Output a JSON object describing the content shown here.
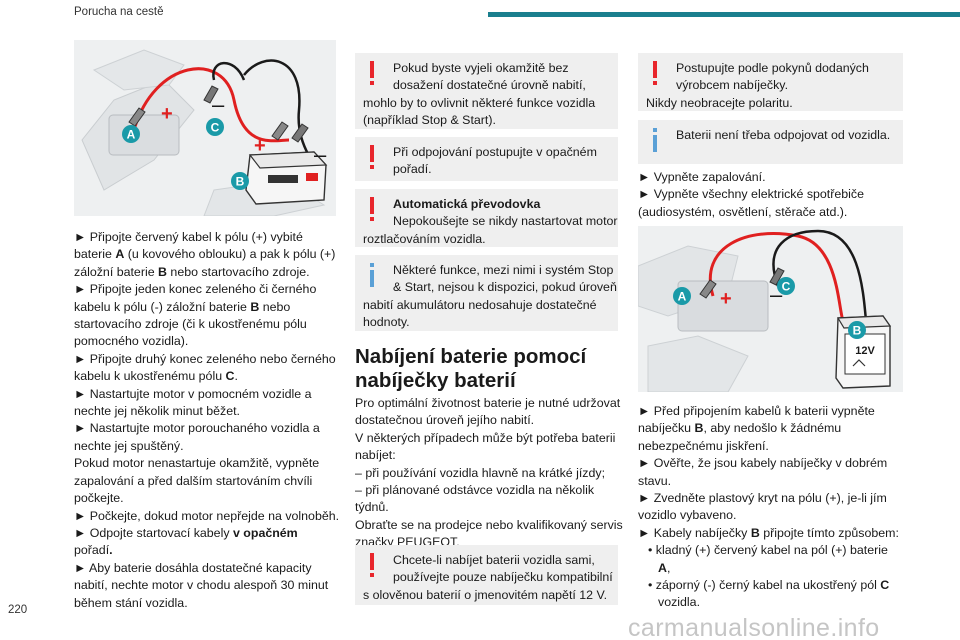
{
  "header": {
    "title": "Porucha na cestě"
  },
  "page_number": "220",
  "watermark": "carmanualsonline.info",
  "figure1": {
    "labels": {
      "a": "A",
      "b": "B",
      "c": "C"
    },
    "symbols": {
      "plus": "+",
      "minus": "–"
    }
  },
  "figure2": {
    "labels": {
      "a": "A",
      "b": "B",
      "c": "C"
    },
    "charger_text": "12V",
    "symbols": {
      "plus": "+",
      "minus": "–"
    }
  },
  "col1": {
    "lines": [
      "► Připojte červený kabel k pólu (+) vybité",
      "baterie|A| (u kovového oblouku) a pak k pólu (+)",
      "záložní baterie |B| nebo startovacího zdroje.",
      "► Připojte jeden konec zeleného či černého",
      "kabelu k pólu (-) záložní baterie |B| nebo",
      "startovacího zdroje (či k ukostřenému pólu",
      "pomocného vozidla).",
      "► Připojte druhý konec zeleného nebo černého",
      "kabelu k ukostřenému pólu |C|.",
      "► Nastartujte motor v pomocném vozidle a",
      "nechte jej několik minut běžet.",
      "► Nastartujte motor porouchaného vozidla a",
      "nechte jej spuštěný.",
      "Pokud motor nenastartuje okamžitě, vypněte",
      "zapalování a před dalším startováním chvíli",
      "počkejte.",
      "► Počkejte, dokud motor nepřejde na volnoběh.",
      "► Odpojte startovací kabely |v opačném",
      "pořadí|.",
      "► Aby baterie dosáhla dostatečné kapacity",
      "nabití, nechte motor v chodu alespoň 30 minut",
      "během stání vozidla."
    ]
  },
  "col2": {
    "box1": [
      "Pokud byste vyjeli okamžitě bez",
      "dosažení dostatečné úrovně nabití,",
      "mohlo by to ovlivnit některé funkce vozidla",
      "(například Stop & Start)."
    ],
    "box2": [
      "Při odpojování postupujte v opačném",
      "pořadí."
    ],
    "box3_title": "Automatická převodovka",
    "box3": [
      "Nepokoušejte se nikdy nastartovat motor",
      "roztlačováním vozidla."
    ],
    "box4": [
      "Některé funkce, mezi nimi i systém Stop",
      "& Start, nejsou k dispozici, pokud úroveň",
      "nabití akumulátoru nedosahuje dostatečné",
      "hodnoty."
    ],
    "section_title": [
      "Nabíjení baterie pomocí",
      "nabíječky baterií"
    ],
    "body": [
      "Pro optimální životnost baterie je nutné udržovat",
      "dostatečnou úroveň jejího nabití.",
      "V některých případech může být potřeba baterii",
      "nabíjet:",
      "– při používání vozidla hlavně na krátké jízdy;",
      "– při plánované odstávce vozidla na několik",
      "týdnů.",
      "Obraťte se na prodejce nebo kvalifikovaný servis",
      "značky PEUGEOT."
    ],
    "box5": [
      "Chcete-li nabíjet baterii vozidla sami,",
      "používejte pouze nabíječku kompatibilní",
      "s olověnou baterií o jmenovitém napětí 12 V."
    ]
  },
  "col3": {
    "box1": [
      "Postupujte podle pokynů dodaných",
      "výrobcem nabíječky.",
      "Nikdy neobracejte polaritu."
    ],
    "box2": [
      "Baterii není třeba odpojovat od vozidla."
    ],
    "steps1": [
      "► Vypněte zapalování.",
      "► Vypněte všechny elektrické spotřebiče",
      "(audiosystém, osvětlení, stěrače atd.)."
    ],
    "steps2": [
      "► Před připojením kabelů k baterii vypněte",
      "nabíječku |B|, aby nedošlo k žádnému",
      "nebezpečnému jiskření.",
      "► Ověřte, že jsou kabely nabíječky v dobrém",
      "stavu.",
      "► Zvedněte plastový kryt na pólu (+), je-li jím",
      "vozidlo vybaveno.",
      "► Kabely nabíječky |B| připojte tímto způsobem:",
      "• kladný (+) červený kabel na pól (+) baterie",
      "|A|,",
      "• záporný (-) černý kabel na ukostřený pól |C|",
      "vozidla."
    ]
  },
  "colors": {
    "accent": "#1a7f8e",
    "warning": "#e8262c",
    "info": "#5aa0d6",
    "label": "#1a9aa8",
    "cable_red": "#e02020"
  }
}
